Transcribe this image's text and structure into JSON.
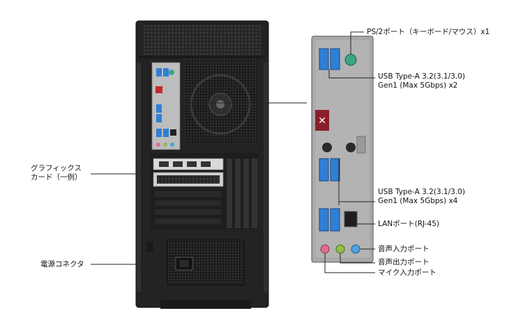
{
  "callouts": {
    "graphics_card_line1": "グラフィックス",
    "graphics_card_line2": "カード（一例）",
    "power_connector": "電源コネクタ",
    "ps2_port": "PS/2ポート（キーボード/マウス）x1",
    "usb_top_line1": "USB Type-A 3.2(3.1/3.0)",
    "usb_top_line2": "Gen1 (Max 5Gbps) x2",
    "usb_bottom_line1": "USB Type-A 3.2(3.1/3.0)",
    "usb_bottom_line2": "Gen1 (Max 5Gbps) x4",
    "lan_port": "LANポート(RJ-45)",
    "audio_in": "音声入力ポート",
    "audio_out": "音声出力ポート",
    "mic_in": "マイク入力ポート"
  },
  "colors": {
    "case": "#2a2a2a",
    "io_plate": "#a9a9a9",
    "usb_blue": "#2f7fd6",
    "audio_pink": "#e36b8a",
    "audio_green": "#8fbf4a",
    "audio_blue": "#4aa3e0",
    "ps2_green": "#3aa585",
    "leader": "#222222"
  }
}
